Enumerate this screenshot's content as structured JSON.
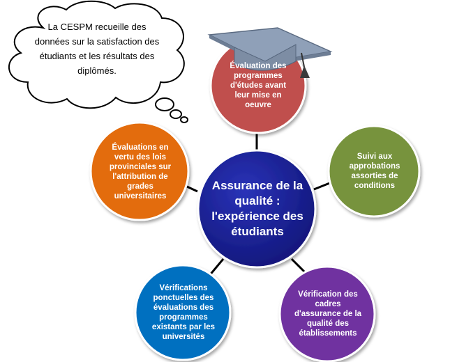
{
  "center": {
    "label": "Assurance de la qualité : l'expérience des étudiants"
  },
  "nodes": [
    {
      "id": "top",
      "label": "Évaluation des programmes d'études avant leur mise en oeuvre"
    },
    {
      "id": "right",
      "label": "Suivi aux approbations assorties de conditions"
    },
    {
      "id": "bottom-right",
      "label": "Vérification des cadres d'assurance de la qualité des établissements"
    },
    {
      "id": "bottom-left",
      "label": "Vérifications ponctuelles des évaluations des programmes existants par les universités"
    },
    {
      "id": "left",
      "label": "Évaluations en vertu des lois provinciales sur l'attribution de grades universitaires"
    }
  ],
  "thought_bubble": {
    "text": "La CESPM recueille des données sur la satisfaction des étudiants et les résultats des diplômés."
  },
  "colors": {
    "center": "#1a1f8f",
    "top": "#c0504d",
    "right": "#77933c",
    "bottom-right": "#7030a0",
    "bottom-left": "#0070c0",
    "left": "#e36c09",
    "connector": "#000000",
    "graduation-cap": "#8496b0"
  },
  "icons": [
    "graduation-cap-icon",
    "thought-bubble"
  ]
}
